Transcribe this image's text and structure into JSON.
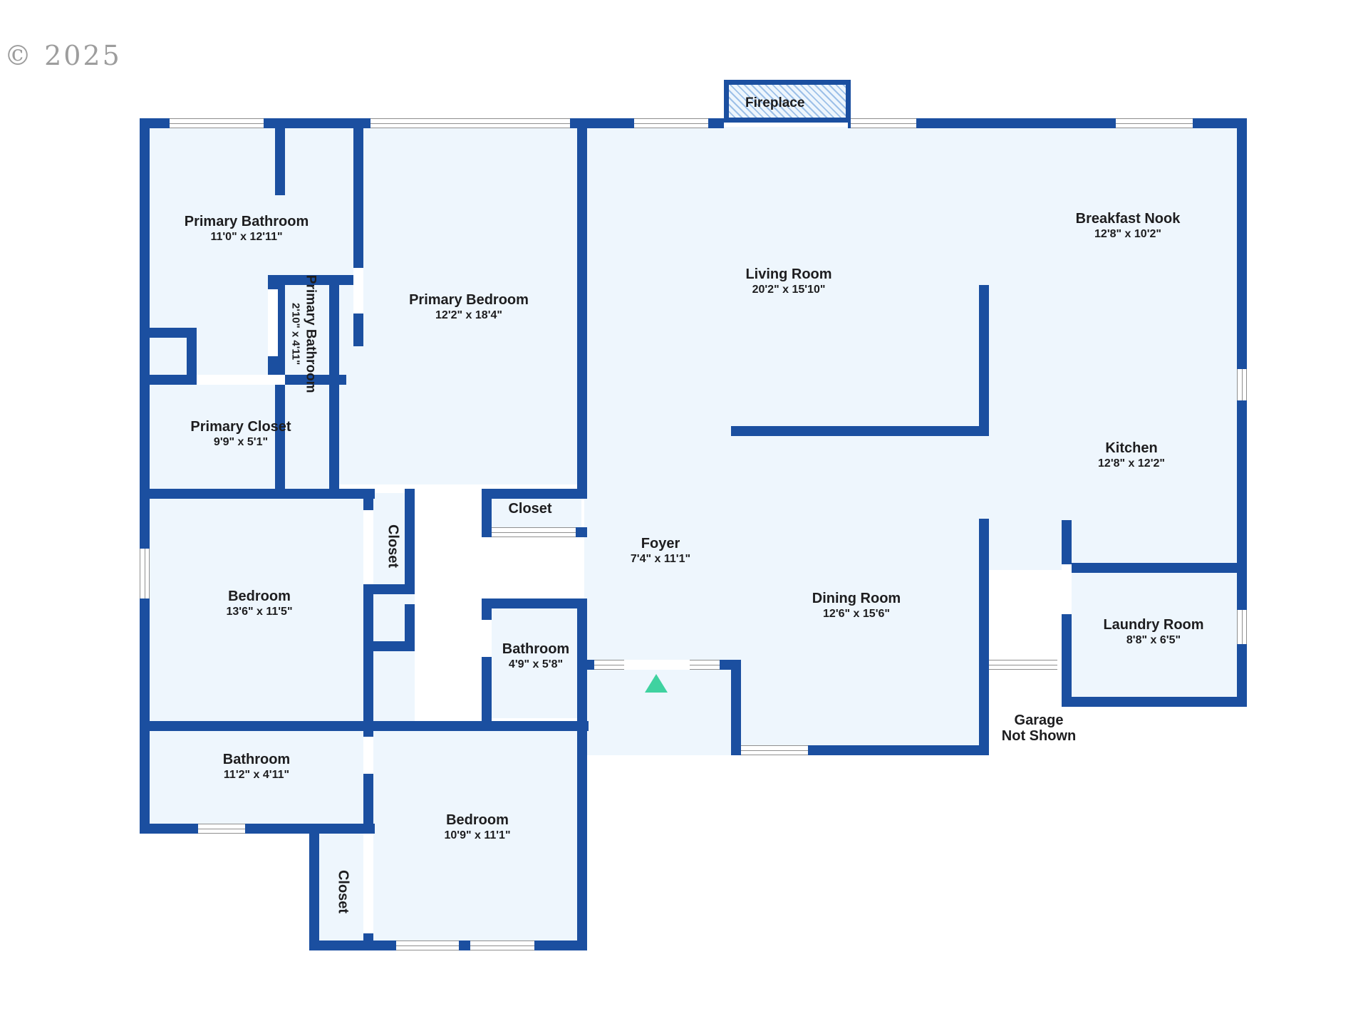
{
  "watermark": {
    "text": "© 2025"
  },
  "fireplace": {
    "label": "Fireplace"
  },
  "entry_marker": {
    "name": "entry-arrow"
  },
  "garage_note": {
    "line1": "Garage",
    "line2": "Not Shown"
  },
  "colors": {
    "wall": "#1b4fa0",
    "room_fill": "#eef6fd",
    "text": "#1d1d1f",
    "entry_marker": "#3fd2a0",
    "window_line": "#8f8f8f",
    "watermark": "#8d8d8d",
    "background": "#ffffff"
  },
  "rooms": [
    {
      "name": "Primary Bathroom",
      "dim": "11'0\" x 12'11\""
    },
    {
      "name": "Primary Bathroom",
      "dim": "2'10\" x 4'11\""
    },
    {
      "name": "Primary Bedroom",
      "dim": "12'2\" x 18'4\""
    },
    {
      "name": "Primary Closet",
      "dim": "9'9\" x 5'1\""
    },
    {
      "name": "Closet",
      "dim": ""
    },
    {
      "name": "Closet",
      "dim": ""
    },
    {
      "name": "Closet",
      "dim": ""
    },
    {
      "name": "Bedroom",
      "dim": "13'6\" x 11'5\""
    },
    {
      "name": "Bathroom",
      "dim": "4'9\" x 5'8\""
    },
    {
      "name": "Bathroom",
      "dim": "11'2\" x 4'11\""
    },
    {
      "name": "Bedroom",
      "dim": "10'9\" x 11'1\""
    },
    {
      "name": "Living Room",
      "dim": "20'2\" x 15'10\""
    },
    {
      "name": "Breakfast Nook",
      "dim": "12'8\" x 10'2\""
    },
    {
      "name": "Kitchen",
      "dim": "12'8\" x 12'2\""
    },
    {
      "name": "Foyer",
      "dim": "7'4\" x 11'1\""
    },
    {
      "name": "Dining Room",
      "dim": "12'6\" x 15'6\""
    },
    {
      "name": "Laundry Room",
      "dim": "8'8\" x 6'5\""
    }
  ]
}
